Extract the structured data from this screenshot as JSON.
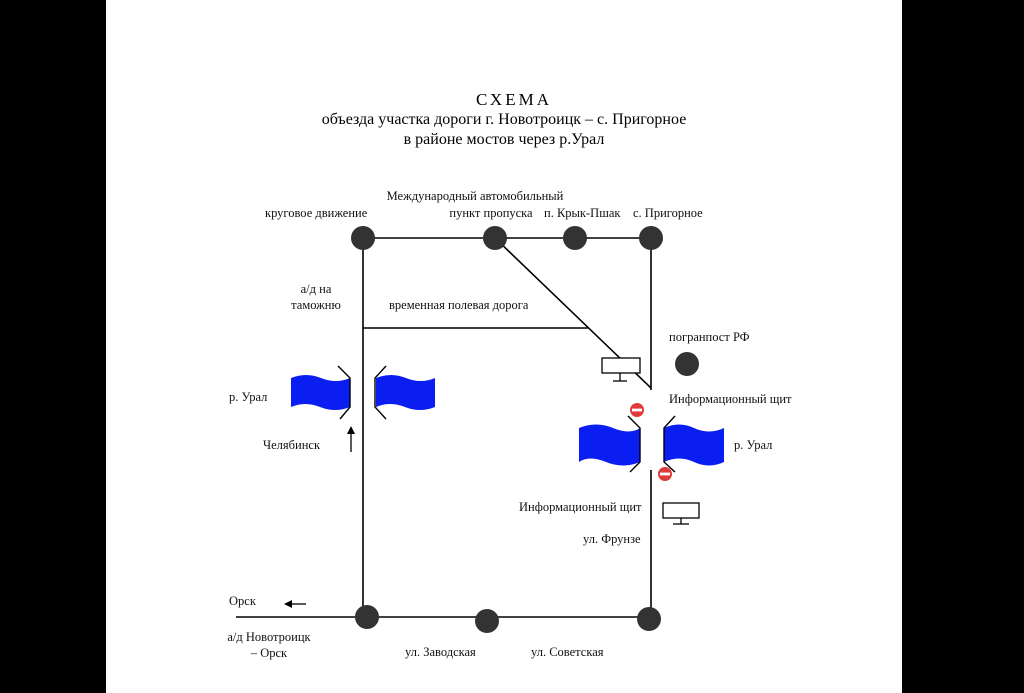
{
  "colors": {
    "road": "#000000",
    "junction": "#333333",
    "river": "#0b1ef2",
    "restriction": "#e03b3b",
    "background": "#ffffff",
    "frame": "#000000"
  },
  "title": {
    "main": "СХЕМА",
    "line1": "объезда участка дороги г. Новотроицк – с. Пригорное",
    "line2": "в районе мостов через р.Урал"
  },
  "labels": {
    "circular_traffic": "круговое движение",
    "checkpoint_l1": "Международный автомобильный",
    "checkpoint_l2": "пункт пропуска",
    "kryk_pshak": "п. Крык-Пшак",
    "prigornoe": "с. Пригорное",
    "customs_road_l1": "а/д на",
    "customs_road_l2": "таможню",
    "temp_road": "временная полевая дорога",
    "border_post": "погранпост РФ",
    "info_board_top": "Информационный щит",
    "ural_left": "р. Урал",
    "ural_right": "р. Урал",
    "chelyabinsk": "Челябинск",
    "info_board_bottom": "Информационный щит",
    "frunze": "ул. Фрунзе",
    "orsk": "Орск",
    "novotroitsk_road_l1": "а/д Новотроицк",
    "novotroitsk_road_l2": "– Орск",
    "zavodskaya": "ул. Заводская",
    "sovetskaya": "ул. Советская"
  },
  "icons": {
    "junction": "junction-dot-icon",
    "river": "river-flag-icon",
    "no_entry": "no-entry-sign-icon",
    "info_board": "info-board-icon",
    "arrow_up": "arrow-up-icon",
    "arrow_left": "arrow-left-icon"
  }
}
